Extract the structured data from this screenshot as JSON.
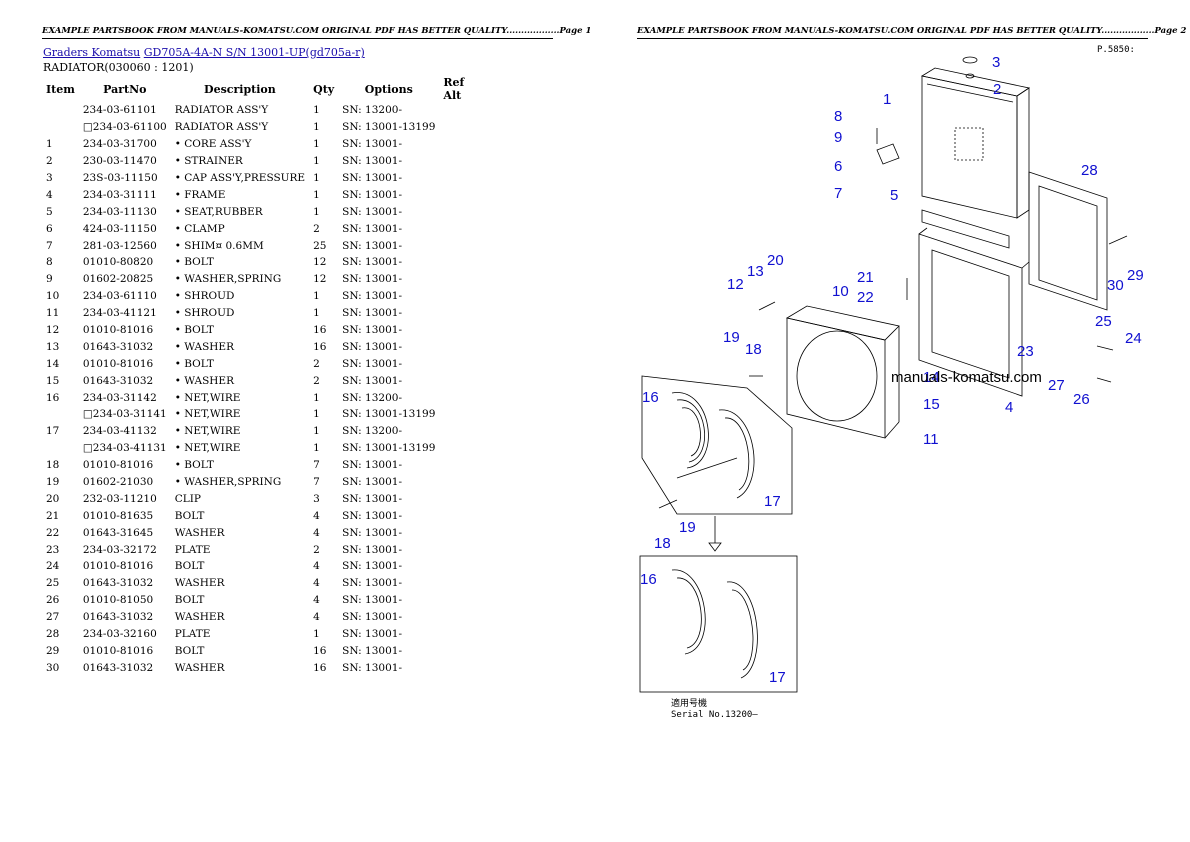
{
  "headers": {
    "page1": "EXAMPLE PARTSBOOK FROM MANUALS-KOMATSU.COM ORIGINAL PDF HAS BETTER QUALITY..................Page 1",
    "page2": "EXAMPLE PARTSBOOK FROM MANUALS-KOMATSU.COM ORIGINAL PDF HAS BETTER QUALITY..................Page 2"
  },
  "breadcrumb": {
    "link1": "Graders Komatsu",
    "link2": "GD705A-4A-N S/N 13001-UP(gd705a-r)"
  },
  "section_title": "RADIATOR(030060 : 1201)",
  "table": {
    "columns": [
      "Item",
      "PartNo",
      "Description",
      "Qty",
      "Options",
      "Ref Alt"
    ],
    "rows": [
      {
        "item": "",
        "partno": "234-03-61101",
        "desc": "RADIATOR ASS'Y",
        "qty": "1",
        "options": "SN: 13200-"
      },
      {
        "item": "",
        "partno": "□234-03-61100",
        "desc": "RADIATOR ASS'Y",
        "qty": "1",
        "options": "SN: 13001-13199"
      },
      {
        "item": "1",
        "partno": "234-03-31700",
        "desc": "• CORE ASS'Y",
        "qty": "1",
        "options": "SN: 13001-"
      },
      {
        "item": "2",
        "partno": "230-03-11470",
        "desc": "• STRAINER",
        "qty": "1",
        "options": "SN: 13001-"
      },
      {
        "item": "3",
        "partno": "23S-03-11150",
        "desc": "• CAP ASS'Y,PRESSURE",
        "qty": "1",
        "options": "SN: 13001-"
      },
      {
        "item": "4",
        "partno": "234-03-31111",
        "desc": "• FRAME",
        "qty": "1",
        "options": "SN: 13001-"
      },
      {
        "item": "5",
        "partno": "234-03-11130",
        "desc": "• SEAT,RUBBER",
        "qty": "1",
        "options": "SN: 13001-"
      },
      {
        "item": "6",
        "partno": "424-03-11150",
        "desc": "• CLAMP",
        "qty": "2",
        "options": "SN: 13001-"
      },
      {
        "item": "7",
        "partno": "281-03-12560",
        "desc": "• SHIM¤ 0.6MM",
        "qty": "25",
        "options": "SN: 13001-"
      },
      {
        "item": "8",
        "partno": "01010-80820",
        "desc": "• BOLT",
        "qty": "12",
        "options": "SN: 13001-"
      },
      {
        "item": "9",
        "partno": "01602-20825",
        "desc": "• WASHER,SPRING",
        "qty": "12",
        "options": "SN: 13001-"
      },
      {
        "item": "10",
        "partno": "234-03-61110",
        "desc": "• SHROUD",
        "qty": "1",
        "options": "SN: 13001-"
      },
      {
        "item": "11",
        "partno": "234-03-41121",
        "desc": "• SHROUD",
        "qty": "1",
        "options": "SN: 13001-"
      },
      {
        "item": "12",
        "partno": "01010-81016",
        "desc": "• BOLT",
        "qty": "16",
        "options": "SN: 13001-"
      },
      {
        "item": "13",
        "partno": "01643-31032",
        "desc": "• WASHER",
        "qty": "16",
        "options": "SN: 13001-"
      },
      {
        "item": "14",
        "partno": "01010-81016",
        "desc": "• BOLT",
        "qty": "2",
        "options": "SN: 13001-"
      },
      {
        "item": "15",
        "partno": "01643-31032",
        "desc": "• WASHER",
        "qty": "2",
        "options": "SN: 13001-"
      },
      {
        "item": "16",
        "partno": "234-03-31142",
        "desc": "• NET,WIRE",
        "qty": "1",
        "options": "SN: 13200-"
      },
      {
        "item": "",
        "partno": "□234-03-31141",
        "desc": "• NET,WIRE",
        "qty": "1",
        "options": "SN: 13001-13199"
      },
      {
        "item": "17",
        "partno": "234-03-41132",
        "desc": "• NET,WIRE",
        "qty": "1",
        "options": "SN: 13200-"
      },
      {
        "item": "",
        "partno": "□234-03-41131",
        "desc": "• NET,WIRE",
        "qty": "1",
        "options": "SN: 13001-13199"
      },
      {
        "item": "18",
        "partno": "01010-81016",
        "desc": "• BOLT",
        "qty": "7",
        "options": "SN: 13001-"
      },
      {
        "item": "19",
        "partno": "01602-21030",
        "desc": "• WASHER,SPRING",
        "qty": "7",
        "options": "SN: 13001-"
      },
      {
        "item": "20",
        "partno": "232-03-11210",
        "desc": "CLIP",
        "qty": "3",
        "options": "SN: 13001-"
      },
      {
        "item": "21",
        "partno": "01010-81635",
        "desc": "BOLT",
        "qty": "4",
        "options": "SN: 13001-"
      },
      {
        "item": "22",
        "partno": "01643-31645",
        "desc": "WASHER",
        "qty": "4",
        "options": "SN: 13001-"
      },
      {
        "item": "23",
        "partno": "234-03-32172",
        "desc": "PLATE",
        "qty": "2",
        "options": "SN: 13001-"
      },
      {
        "item": "24",
        "partno": "01010-81016",
        "desc": "BOLT",
        "qty": "4",
        "options": "SN: 13001-"
      },
      {
        "item": "25",
        "partno": "01643-31032",
        "desc": "WASHER",
        "qty": "4",
        "options": "SN: 13001-"
      },
      {
        "item": "26",
        "partno": "01010-81050",
        "desc": "BOLT",
        "qty": "4",
        "options": "SN: 13001-"
      },
      {
        "item": "27",
        "partno": "01643-31032",
        "desc": "WASHER",
        "qty": "4",
        "options": "SN: 13001-"
      },
      {
        "item": "28",
        "partno": "234-03-32160",
        "desc": "PLATE",
        "qty": "1",
        "options": "SN: 13001-"
      },
      {
        "item": "29",
        "partno": "01010-81016",
        "desc": "BOLT",
        "qty": "16",
        "options": "SN: 13001-"
      },
      {
        "item": "30",
        "partno": "01643-31032",
        "desc": "WASHER",
        "qty": "16",
        "options": "SN: 13001-"
      }
    ]
  },
  "diagram": {
    "page_code": "P.5850:",
    "watermark": "manuals-komatsu.com",
    "serial_jp": "適用号機",
    "serial_no": "Serial No.13200–",
    "callout_color": "#1010d0",
    "callouts": [
      "1",
      "2",
      "3",
      "4",
      "5",
      "6",
      "7",
      "8",
      "9",
      "10",
      "11",
      "12",
      "13",
      "14",
      "15",
      "16",
      "17",
      "18",
      "19",
      "20",
      "21",
      "22",
      "23",
      "24",
      "25",
      "26",
      "27",
      "28",
      "29",
      "30",
      "16",
      "17",
      "18",
      "19"
    ]
  }
}
